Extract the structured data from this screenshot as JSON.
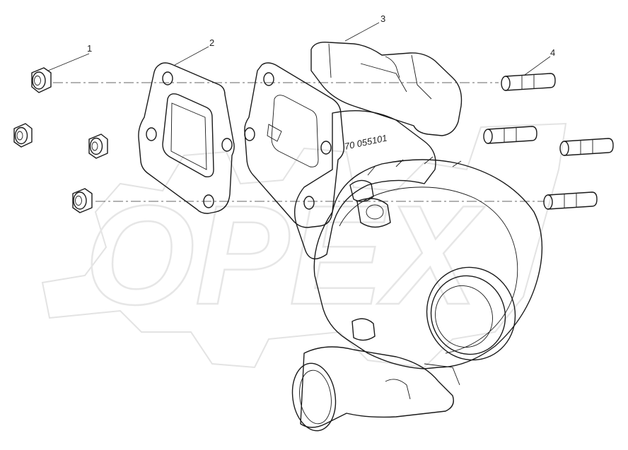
{
  "watermark": {
    "text": "OPEX"
  },
  "housing_marking": "70 055101",
  "callouts": [
    {
      "number": "1"
    },
    {
      "number": "2"
    },
    {
      "number": "3"
    },
    {
      "number": "4"
    }
  ]
}
